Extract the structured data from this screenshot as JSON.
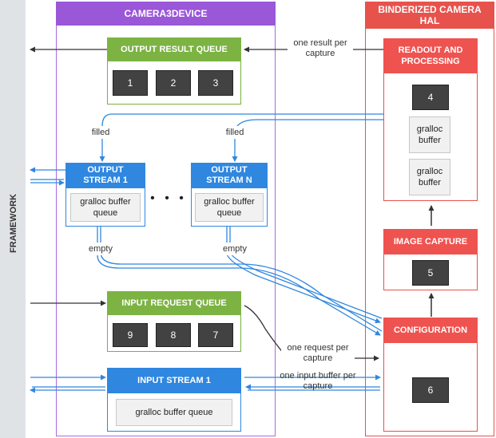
{
  "framework": {
    "label": "FRAMEWORK"
  },
  "camera3device": {
    "title": "CAMERA3DEVICE",
    "output_result_queue": {
      "label": "OUTPUT RESULT QUEUE",
      "items": [
        "1",
        "2",
        "3"
      ]
    },
    "output_stream_1": {
      "label": "OUTPUT STREAM 1",
      "buffer": "gralloc buffer queue"
    },
    "output_stream_n": {
      "label": "OUTPUT STREAM N",
      "buffer": "gralloc buffer queue"
    },
    "ellipsis": "• • •",
    "input_request_queue": {
      "label": "INPUT REQUEST QUEUE",
      "items": [
        "9",
        "8",
        "7"
      ]
    },
    "input_stream_1": {
      "label": "INPUT STREAM 1",
      "buffer": "gralloc buffer queue"
    }
  },
  "hal": {
    "title": "BINDERIZED CAMERA HAL",
    "readout": {
      "label": "READOUT AND PROCESSING",
      "item": "4",
      "buffers": [
        "gralloc buffer",
        "gralloc buffer"
      ]
    },
    "image_capture": {
      "label": "IMAGE CAPTURE",
      "item": "5"
    },
    "configuration": {
      "label": "CONFIGURATION",
      "item": "6"
    }
  },
  "labels": {
    "one_result": "one result per capture",
    "filled_1": "filled",
    "filled_n": "filled",
    "empty_1": "empty",
    "empty_n": "empty",
    "one_request": "one request per capture",
    "one_input_buffer": "one input buffer per capture"
  },
  "colors": {
    "green": "#7cb342",
    "blue": "#2f87e0",
    "red": "#ef5350",
    "purple": "#9a57d8",
    "chip": "#424242"
  }
}
